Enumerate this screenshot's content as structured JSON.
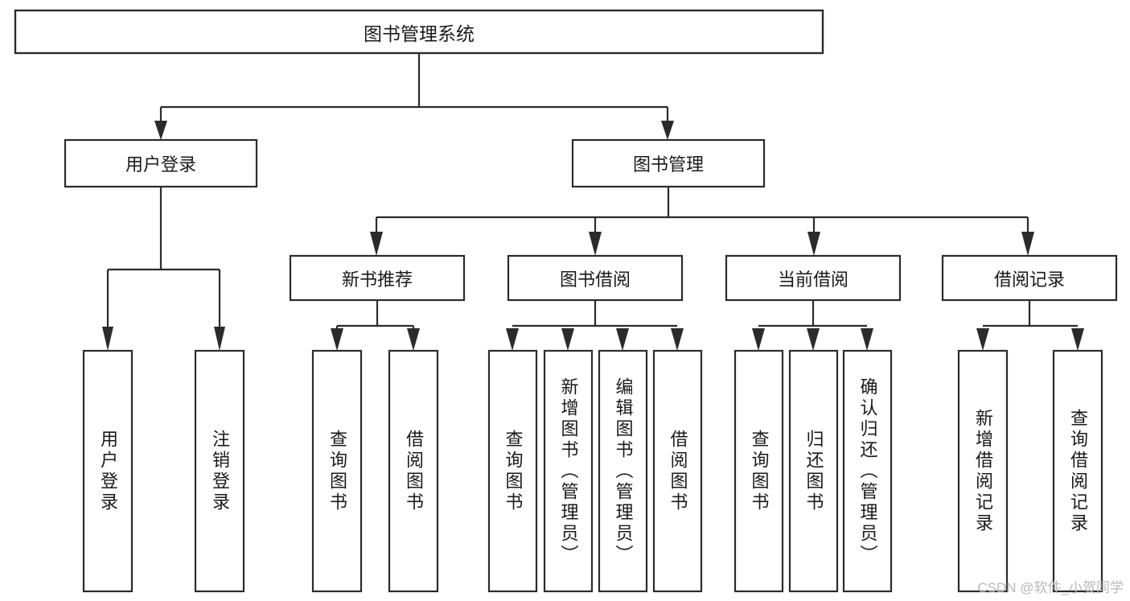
{
  "diagram": {
    "title": "图书管理系统",
    "watermark": "CSDN @软件_小贺同学",
    "colors": {
      "stroke": "#2b2b2b",
      "box_fill": "#ffffff",
      "text": "#1a1a1a",
      "background": "#ffffff",
      "watermark": "#b9b9b9"
    },
    "root": {
      "label": "图书管理系统"
    },
    "level2": [
      {
        "id": "user-login",
        "label": "用户登录"
      },
      {
        "id": "book-management",
        "label": "图书管理"
      }
    ],
    "level3": [
      {
        "id": "new-book-recommend",
        "label": "新书推荐",
        "parent": "book-management"
      },
      {
        "id": "book-borrow",
        "label": "图书借阅",
        "parent": "book-management"
      },
      {
        "id": "current-borrow",
        "label": "当前借阅",
        "parent": "book-management"
      },
      {
        "id": "borrow-record",
        "label": "借阅记录",
        "parent": "book-management"
      }
    ],
    "leaves": {
      "user-login": [
        {
          "id": "leaf-user-login",
          "label": "用户登录"
        },
        {
          "id": "leaf-logout",
          "label": "注销登录"
        }
      ],
      "new-book-recommend": [
        {
          "id": "leaf-query-book-1",
          "label": "查询图书"
        },
        {
          "id": "leaf-borrow-book-1",
          "label": "借阅图书"
        }
      ],
      "book-borrow": [
        {
          "id": "leaf-query-book-2",
          "label": "查询图书"
        },
        {
          "id": "leaf-add-book",
          "label": "新增图书（管理员）"
        },
        {
          "id": "leaf-edit-book",
          "label": "编辑图书（管理员）"
        },
        {
          "id": "leaf-borrow-book-2",
          "label": "借阅图书"
        }
      ],
      "current-borrow": [
        {
          "id": "leaf-query-book-3",
          "label": "查询图书"
        },
        {
          "id": "leaf-return-book",
          "label": "归还图书"
        },
        {
          "id": "leaf-confirm-return",
          "label": "确认归还（管理员）"
        }
      ],
      "borrow-record": [
        {
          "id": "leaf-add-record",
          "label": "新增借阅记录"
        },
        {
          "id": "leaf-query-record",
          "label": "查询借阅记录"
        }
      ]
    }
  }
}
